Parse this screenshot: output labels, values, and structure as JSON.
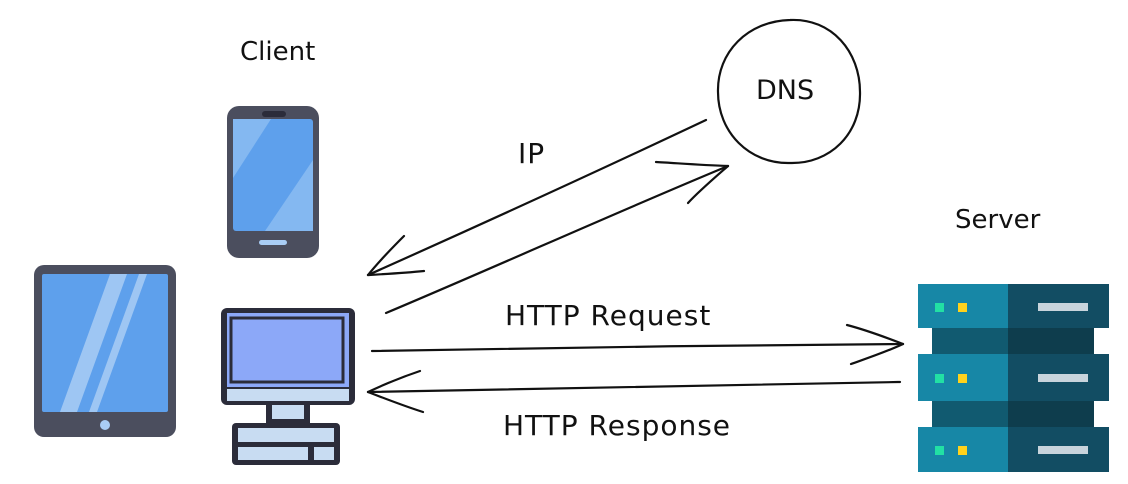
{
  "labels": {
    "client": "Client",
    "server": "Server",
    "dns": "DNS",
    "ip": "IP",
    "http_request": "HTTP Request",
    "http_response": "HTTP Response"
  },
  "nodes": [
    {
      "id": "phone",
      "icon": "smartphone-icon"
    },
    {
      "id": "tablet",
      "icon": "tablet-icon"
    },
    {
      "id": "desktop",
      "icon": "desktop-computer-icon"
    },
    {
      "id": "dns",
      "icon": "circle-node"
    },
    {
      "id": "server",
      "icon": "server-rack-icon"
    }
  ],
  "edges": [
    {
      "from": "desktop",
      "to": "dns",
      "label": ""
    },
    {
      "from": "dns",
      "to": "desktop",
      "label": "IP"
    },
    {
      "from": "desktop",
      "to": "server",
      "label": "HTTP Request"
    },
    {
      "from": "server",
      "to": "desktop",
      "label": "HTTP Response"
    }
  ],
  "colors": {
    "ink": "#111111",
    "device_frame": "#4b4e5e",
    "screen_blue": "#5ea0ec",
    "screen_light": "#a9cdf5",
    "monitor_screen": "#8ca8f8",
    "monitor_frame": "#2b2c3a",
    "monitor_stand": "#c8dcf2",
    "server_left": "#1787a6",
    "server_right": "#124d63",
    "server_gap": "#0e3d4d",
    "led_green": "#22e0a4",
    "led_yellow": "#ffd21c",
    "server_slot": "#c8d4dc"
  }
}
